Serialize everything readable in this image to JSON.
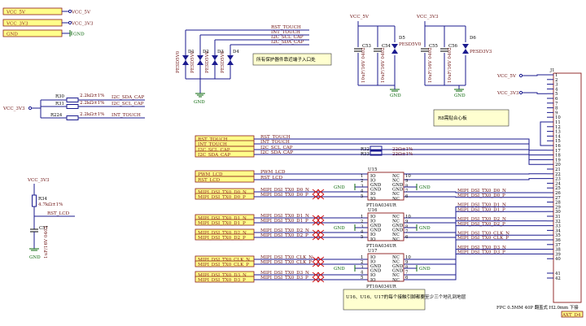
{
  "top_left_tags": [
    "VCC_5V",
    "VCC_3V3",
    "GND"
  ],
  "top_left_nets": [
    "VCC_5V",
    "VCC_3V3",
    "GND"
  ],
  "touch_protect": {
    "signals": [
      "RST_TOUCH",
      "INT_TOUCH",
      "I2C_SCL_CAP",
      "I2C_SDA_CAP"
    ],
    "parts": [
      "PESD5V0",
      "PESD5V0",
      "PESD5V0",
      "PESD5V0"
    ],
    "refs": [
      "D1",
      "D2",
      "D3",
      "D4"
    ],
    "note": "所有保护器件靠近端子入口处"
  },
  "supply_5v": {
    "net": "VCC_5V",
    "caps": [
      "C53",
      "C54"
    ],
    "cap_val": "10uF/16V 0402",
    "tvs": "PESD5V0",
    "ref": "D5"
  },
  "supply_3v3": {
    "net": "VCC_3V3",
    "caps": [
      "C55",
      "C56"
    ],
    "cap_val": "10uF/16V 0402",
    "tvs": "PESD3V3",
    "ref": "D6"
  },
  "pullups": {
    "net": "VCC_3V3",
    "rows": [
      {
        "ref": "R30",
        "val": "2.2kΩ±1%",
        "sig": "I2C_SDA_CAP"
      },
      {
        "ref": "R31",
        "val": "2.2kΩ±1%",
        "sig": "I2C_SCL_CAP"
      },
      {
        "ref": "R224",
        "val": "2.2kΩ±1%",
        "sig": "INT_TOUCH"
      }
    ]
  },
  "rst_circuit": {
    "net": "VCC_3V3",
    "r_ref": "R34",
    "r_val": "4.7kΩ±1%",
    "sig": "RST_LCD",
    "c_ref": "C57",
    "c_val": "1uF/16V 0402",
    "gnd": "GND"
  },
  "conn_note": "R8需贴合心板",
  "connector": {
    "ref": "J1",
    "label": "FPC 0.5MM 40P 翻盖式 H2.0mm 下接",
    "part": "AXT_D4",
    "pins": [
      "1",
      "2",
      "3",
      "4",
      "5",
      "6",
      "7",
      "8",
      "9",
      "10",
      "11",
      "12",
      "13",
      "14",
      "15",
      "16",
      "17",
      "18",
      "19",
      "20",
      "21",
      "22",
      "23",
      "24",
      "25",
      "26",
      "27",
      "28",
      "29",
      "30",
      "31",
      "32",
      "33",
      "34",
      "35",
      "36",
      "37",
      "38",
      "39",
      "40",
      "41",
      "42"
    ],
    "power_in": [
      "VCC_5V",
      "VCC_3V3"
    ]
  },
  "io_tags": [
    "RST_TOUCH",
    "INT_TOUCH",
    "I2C_SCL_CAP",
    "I2C_SDA_CAP",
    "PWM_LCD",
    "RST_LCD",
    "MIPI_DSI_TX0_D0_N",
    "MIPI_DSI_TX0_D0_P",
    "MIPI_DSI_TX0_D1_N",
    "MIPI_DSI_TX0_D1_P",
    "MIPI_DSI_TX0_D2_N",
    "MIPI_DSI_TX0_D2_P",
    "MIPI_DSI_TX0_CLK_N",
    "MIPI_DSI_TX0_CLK_P",
    "MIPI_DSI_TX0_D3_N",
    "MIPI_DSI_TX0_D3_P"
  ],
  "mid_resistors": [
    {
      "ref": "R32",
      "val": "22Ω±1%"
    },
    {
      "ref": "R33",
      "val": "22Ω±1%"
    }
  ],
  "esd_ics": [
    {
      "ref": "U15",
      "part": "PT10A034UR",
      "in": [
        "MIPI_DSI_TX0_D0_N",
        "MIPI_DSI_TX0_D0_P"
      ]
    },
    {
      "ref": "U16",
      "part": "PT10A034UR",
      "in": [
        "MIPI_DSI_TX0_D1_N",
        "MIPI_DSI_TX0_D1_P",
        "MIPI_DSI_TX0_D2_N",
        "MIPI_DSI_TX0_D2_P"
      ]
    },
    {
      "ref": "U17",
      "part": "PT10A034UR",
      "in": [
        "MIPI_DSI_TX0_CLK_N",
        "MIPI_DSI_TX0_CLK_P",
        "MIPI_DSI_TX0_D3_N",
        "MIPI_DSI_TX0_D3_P"
      ]
    }
  ],
  "ic_pins": {
    "left": [
      "IO",
      "IO",
      "GND",
      "GND",
      "IO",
      "IO"
    ],
    "right": [
      "NC",
      "NC",
      "GND",
      "GND",
      "NC",
      "NC"
    ],
    "nums_l": [
      "1",
      "2",
      "3",
      "4",
      "5"
    ],
    "nums_r": [
      "10",
      "9",
      "8",
      "7",
      "6"
    ]
  },
  "ic_note": "U16、U16、U17的每个接触引脚都要至少三个地孔到地层",
  "gnd_label": "GND",
  "colors": {
    "wire": "#1b1b8f",
    "tag_fill": "#ffff8a",
    "tag_stroke": "#8a1a1a",
    "text": "#6b1010",
    "gnd": "#0d6a0d"
  }
}
